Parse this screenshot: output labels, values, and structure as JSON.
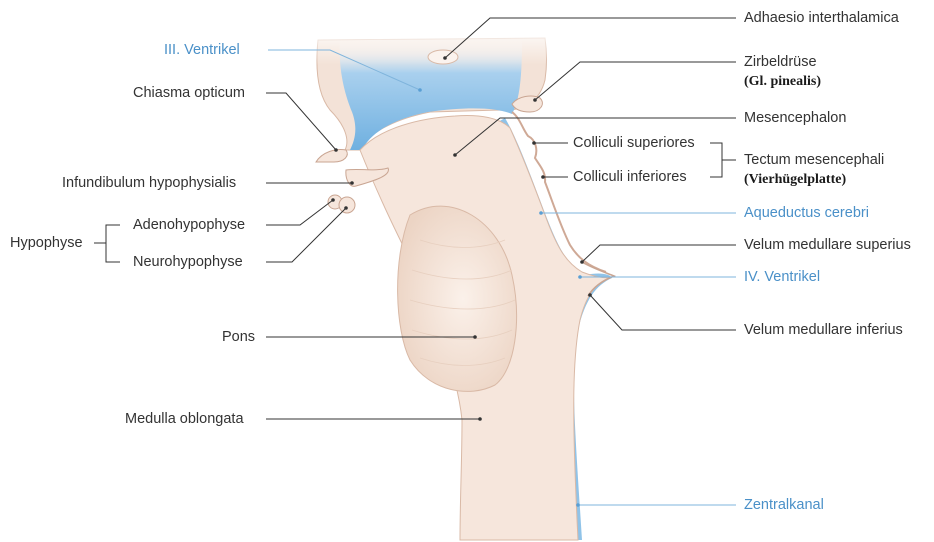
{
  "labels": {
    "adhaesio": "Adhaesio interthalamica",
    "ventricle3": "III. Ventrikel",
    "zirbeldruese": "Zirbeldrüse",
    "gl_pinealis": "(Gl. pinealis)",
    "chiasma": "Chiasma opticum",
    "mesencephalon": "Mesencephalon",
    "colliculi_sup": "Colliculi superiores",
    "tectum": "Tectum mesencephali",
    "colliculi_inf": "Colliculi inferiores",
    "vierhuegelplatte": "(Vierhügelplatte)",
    "infundibulum": "Infundibulum hypophysialis",
    "aqueductus": "Aqueductus cerebri",
    "adenohypophyse": "Adenohypophyse",
    "hypophyse": "Hypophyse",
    "neurohypophyse": "Neurohypophyse",
    "velum_sup": "Velum medullare superius",
    "ventricle4": "IV. Ventrikel",
    "velum_inf": "Velum medullare inferius",
    "pons": "Pons",
    "medulla": "Medulla oblongata",
    "zentralkanal": "Zentralkanal"
  },
  "colors": {
    "tissue": "#f6e6dc",
    "tissue_edge": "#d9b9a6",
    "ventricle": "#8fc1e6",
    "leader": "#333333",
    "leader_blue": "#7fb4dc",
    "label_blue": "#4a90c8"
  }
}
